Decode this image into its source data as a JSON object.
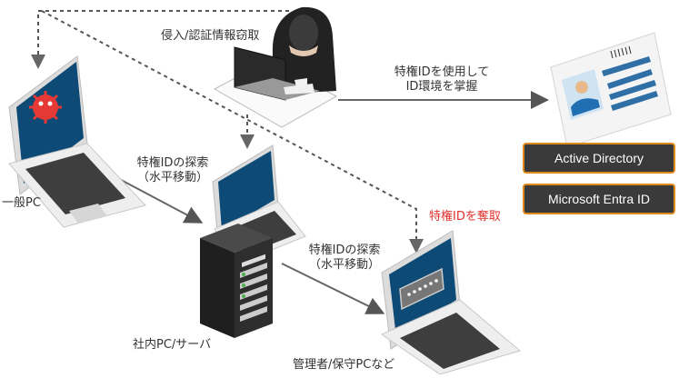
{
  "labels": {
    "intrusion": "侵入/認証情報窃取",
    "use_privileged_id_line1": "特権IDを使用して",
    "use_privileged_id_line2": "ID環境を掌握",
    "search_1_line1": "特権IDの探索",
    "search_1_line2": "（水平移動）",
    "search_2_line1": "特権IDの探索",
    "search_2_line2": "（水平移動）",
    "general_pc": "一般PC",
    "internal_pc_server": "社内PC/サーバ",
    "admin_pc": "管理者/保守PCなど",
    "seize_privileged_id": "特権IDを奪取"
  },
  "directories": [
    "Active Directory",
    "Microsoft Entra ID"
  ],
  "colors": {
    "accent_red": "#e0322d",
    "box_border": "#e08a1e",
    "box_fill": "#3a3a3a",
    "screen_blue": "#0d4a75",
    "arrow_gray": "#666666"
  },
  "icons": {
    "hacker": "hooded-hacker-icon",
    "virus": "virus-icon",
    "id_card": "id-card-icon",
    "server": "server-rack-icon",
    "password": "password-field-icon"
  }
}
